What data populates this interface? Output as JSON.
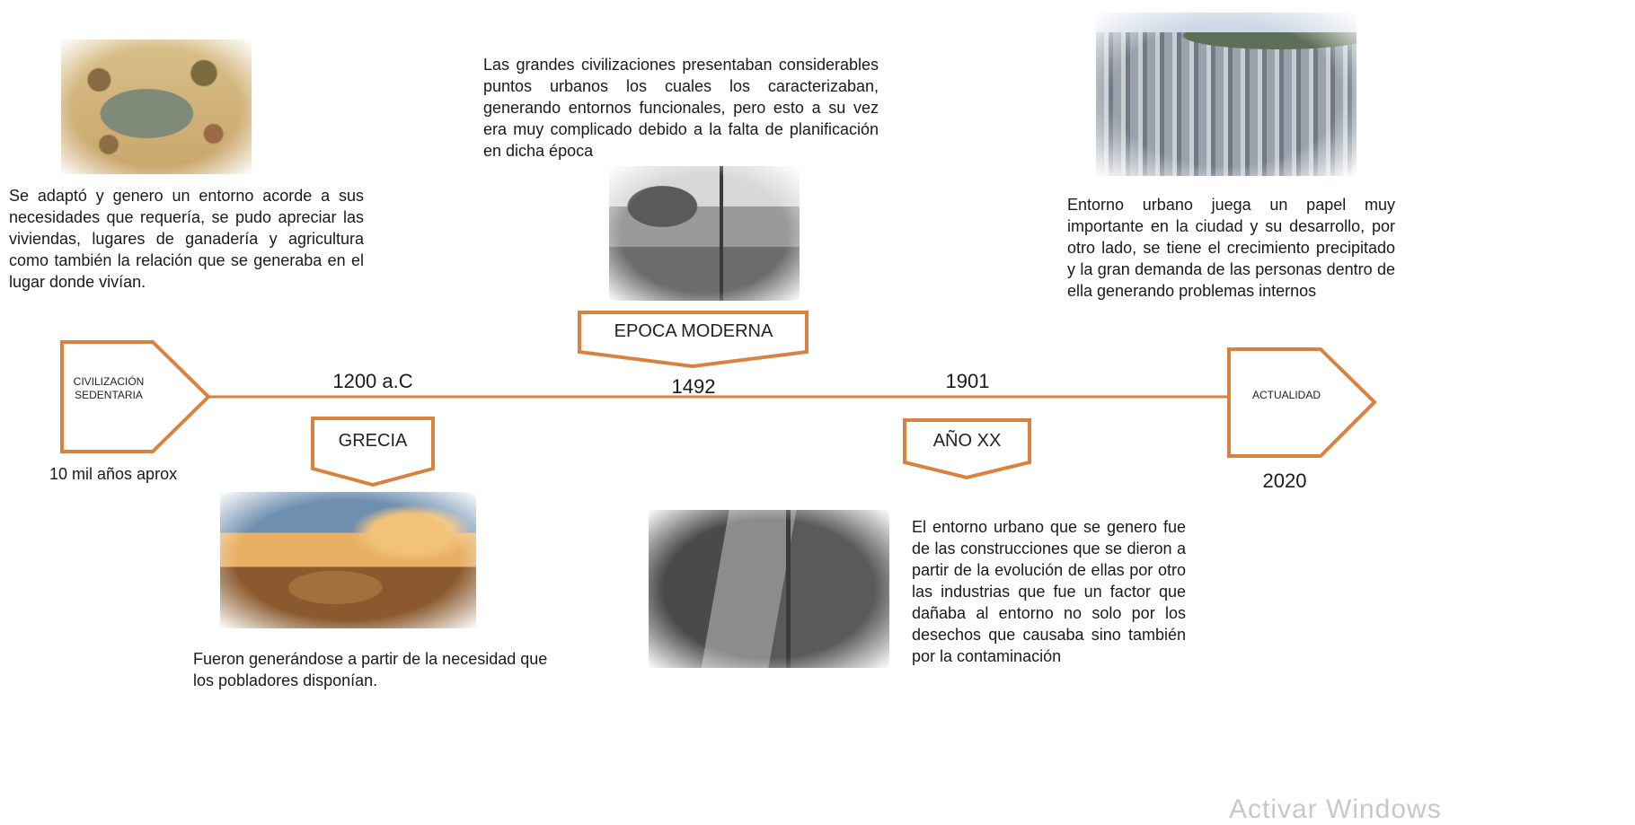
{
  "timeline": {
    "color": "#d9823f",
    "start_label": "CIVILIZACIÓN\nSEDENTARIA",
    "end_label": "ACTUALIDAD",
    "years": {
      "y1200": "1200 a.C",
      "y1492": "1492",
      "y1901": "1901",
      "y10mil": "10 mil años aprox",
      "y2020": "2020"
    },
    "tags": {
      "grecia": "GRECIA",
      "moderna": "EPOCA MODERNA",
      "xx": "AÑO XX"
    }
  },
  "texts": {
    "sedentaria": "Se adaptó y genero un entorno acorde a sus necesidades que requería, se pudo apreciar las viviendas, lugares de ganadería y agricultura como también la relación que se generaba en el lugar donde vivían.",
    "moderna": "Las grandes civilizaciones presentaban considerables puntos urbanos los cuales los caracterizaban, generando entornos funcionales, pero esto a su vez era muy complicado debido a la falta de planificación en dicha época",
    "actualidad": "Entorno urbano juega un papel muy importante en la ciudad y su desarrollo, por otro lado, se tiene el crecimiento precipitado y la gran demanda de las personas dentro de ella generando problemas internos",
    "grecia": "Fueron generándose a partir de la necesidad que los pobladores disponían.",
    "xx": "El entorno urbano que se genero fue de las construcciones que se dieron a partir de la evolución de ellas por otro las industrias que fue un factor que dañaba al entorno no solo por los desechos que causaba sino también por la contaminación"
  },
  "images": {
    "sedentaria": "prehistoric-settlement-illustration",
    "moderna": "modern-era-city-engraving",
    "actualidad": "modern-city-aerial-photo",
    "grecia": "acropolis-sunset-photo",
    "xx": "industrial-city-street-photo"
  },
  "watermark": "Activar Windows"
}
